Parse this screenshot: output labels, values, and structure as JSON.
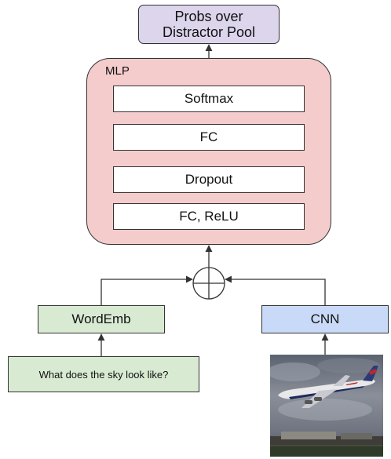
{
  "output": {
    "label_line1": "Probs over",
    "label_line2": "Distractor Pool"
  },
  "mlp": {
    "title": "MLP",
    "layers": [
      "Softmax",
      "FC",
      "Dropout",
      "FC, ReLU"
    ]
  },
  "wordemb": {
    "label": "WordEmb"
  },
  "cnn": {
    "label": "CNN"
  },
  "question": {
    "text": "What does the sky look like?"
  },
  "image": {
    "subject": "airplane-photo"
  },
  "colors": {
    "output_fill": "#dcd5ec",
    "mlp_fill": "#f4cccc",
    "wordemb_fill": "#d9ead3",
    "cnn_fill": "#c9daf8",
    "question_fill": "#d9ead3"
  }
}
